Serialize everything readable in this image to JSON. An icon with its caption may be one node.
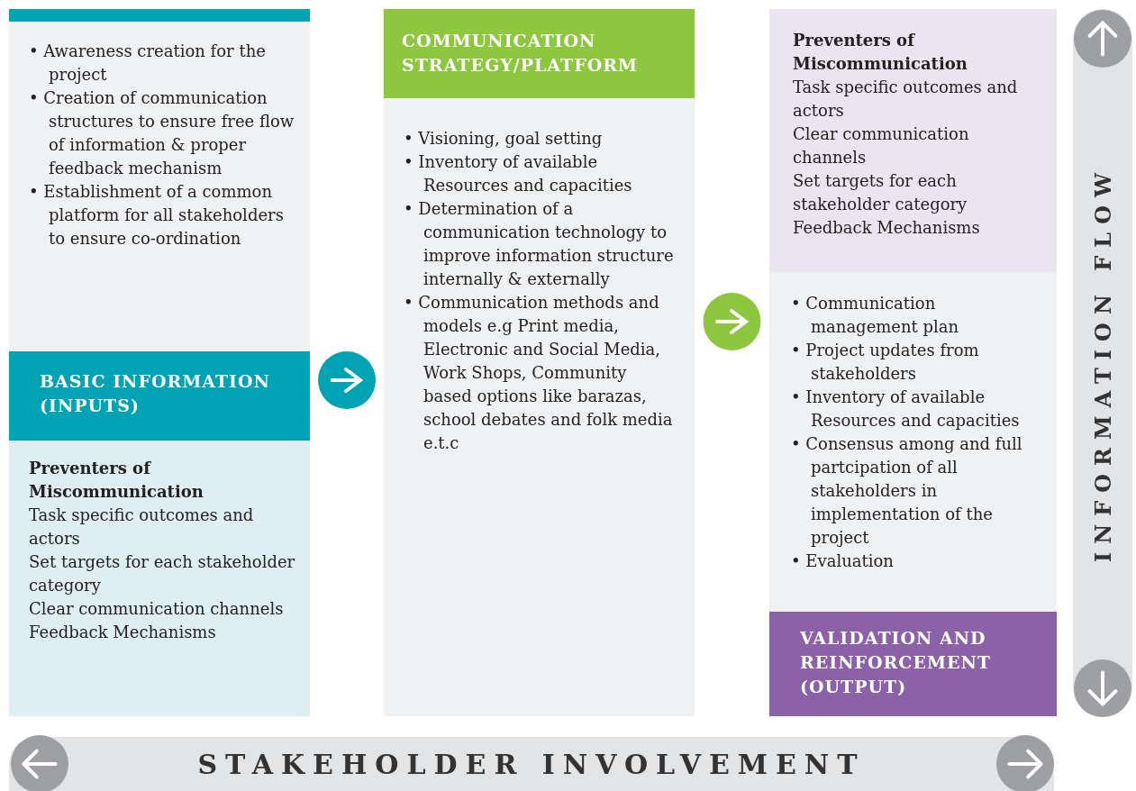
{
  "diagram": {
    "nodes": [
      {
        "text": [
          "• Awareness creation for the project",
          "• Creation of communication structures to ensure free flow of information & proper feedback mechanism",
          "• Establishment of a common platform for all stakeholders to ensure co-ordination"
        ]
      },
      {
        "text": [
          "BASIC INFORMATION (INPUTS)"
        ]
      },
      {
        "text": [
          "Preventers of Miscommunication",
          "Task specific outcomes and actors",
          "Set targets for each stakeholder category",
          "Clear communication channels",
          "Feedback Mechanisms"
        ]
      },
      {
        "text": [
          "COMMUNICATION STRATEGY/PLATFORM"
        ]
      },
      {
        "text": [
          "• Visioning, goal setting",
          "• Inventory of available Resources and capacities",
          "• Determination of a communication technology to improve information structure internally & externally",
          "• Communication methods and models e.g Print media, Electronic and Social Media, Work Shops, Community based options like barazas, school debates and folk media e.t.c"
        ]
      },
      {
        "text": [
          "Preventers of Miscommunication",
          "Task specific outcomes and actors",
          "Clear communication channels",
          "Set targets for each stakeholder category",
          "Feedback Mechanisms"
        ]
      },
      {
        "text": [
          "• Communication management plan",
          "• Project updates from stakeholders",
          "• Inventory of available Resources and capacities",
          "• Consensus among and full partcipation of all stakeholders in implementation of the project",
          "• Evaluation"
        ]
      },
      {
        "text": [
          "VALIDATION AND REINFORCEMENT (OUTPUT)"
        ]
      },
      {
        "text": [
          "INFORMATION FLOW"
        ]
      },
      {
        "text": [
          "STAKEHOLDER INVOLVEMENT"
        ]
      }
    ],
    "edges": [
      {
        "from": 1,
        "to": 4,
        "arrow": "to"
      },
      {
        "from": 4,
        "to": 6,
        "arrow": "to"
      }
    ]
  }
}
